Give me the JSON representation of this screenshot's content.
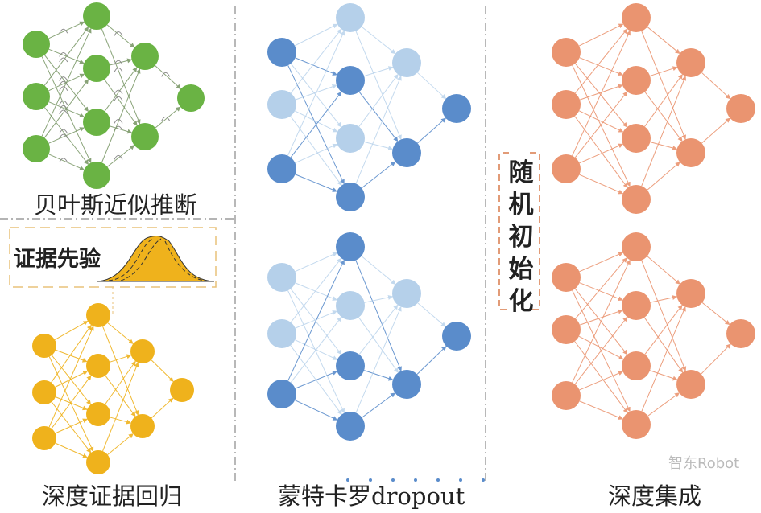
{
  "labels": {
    "bayes": "贝叶斯近似推断",
    "evidence_prior": "证据先验",
    "evidential": "深度证据回归",
    "mc_dropout": "蒙特卡罗dropout",
    "random_init": "随机初始化",
    "ensemble": "深度集成",
    "watermark": "智东Robot"
  },
  "colors": {
    "green": "#6ab344",
    "green_edge": "#7d9a6a",
    "yellow": "#efb21c",
    "dark_blue": "#5a8ccb",
    "light_blue": "#b5d0ea",
    "orange": "#ea9470",
    "divider": "#888888",
    "box_dash": "#e8c27a",
    "bracket": "#d97a4a"
  },
  "networks": [
    {
      "name": "bayesian-network",
      "color": "green",
      "layers": [
        3,
        4,
        2,
        1
      ],
      "weight_distributions": true
    },
    {
      "name": "mc-dropout-network-1",
      "color": "dark_blue",
      "layers": [
        3,
        4,
        2,
        1
      ],
      "dropped": [
        [
          1
        ],
        [
          0,
          2
        ],
        [
          0
        ],
        []
      ]
    },
    {
      "name": "mc-dropout-network-2",
      "color": "dark_blue",
      "layers": [
        3,
        4,
        2,
        1
      ],
      "dropped": [
        [
          0,
          1
        ],
        [
          1
        ],
        [
          0
        ],
        []
      ]
    },
    {
      "name": "ensemble-network-1",
      "color": "orange",
      "layers": [
        3,
        4,
        2,
        1
      ]
    },
    {
      "name": "ensemble-network-2",
      "color": "orange",
      "layers": [
        3,
        4,
        2,
        1
      ]
    },
    {
      "name": "evidential-network",
      "color": "yellow",
      "layers": [
        3,
        4,
        2,
        1
      ]
    }
  ]
}
